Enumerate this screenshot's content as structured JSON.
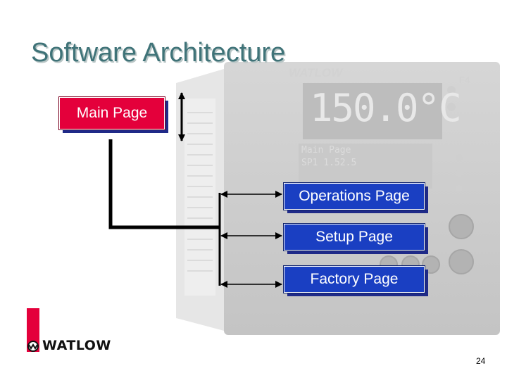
{
  "slide": {
    "title": "Software Architecture",
    "page_number": "24"
  },
  "device": {
    "brand": "WATLOW",
    "display_value": "150.0°C",
    "model": "F4",
    "lcd_lines": [
      "Main Page",
      "SP1  1.52.5"
    ]
  },
  "diagram": {
    "main_page": "Main Page",
    "pages": [
      "Operations Page",
      "Setup Page",
      "Factory Page"
    ]
  },
  "logo": {
    "text": "WATLOW"
  },
  "colors": {
    "title": "#3f7378",
    "main_box": "#e4003b",
    "page_box": "#1a3fc2",
    "shadow": "#1f2a88",
    "logo_red": "#e4003b"
  }
}
